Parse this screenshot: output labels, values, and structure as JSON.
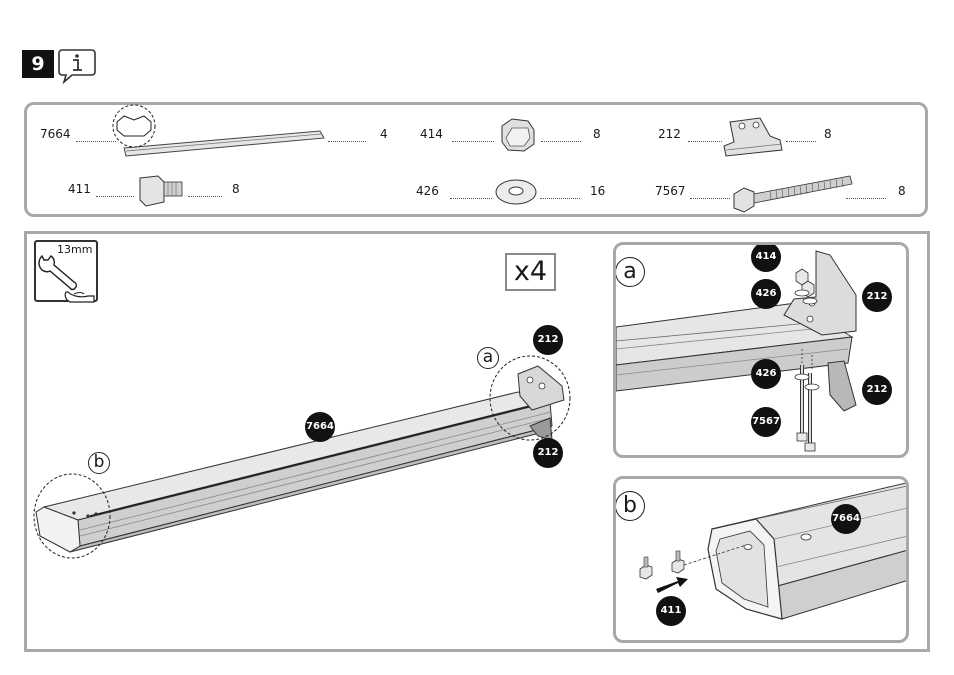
{
  "step": {
    "number": "9"
  },
  "parts": [
    {
      "id": "7664",
      "qty": "4"
    },
    {
      "id": "414",
      "qty": "8"
    },
    {
      "id": "212",
      "qty": "8"
    },
    {
      "id": "411",
      "qty": "8"
    },
    {
      "id": "426",
      "qty": "16"
    },
    {
      "id": "7567",
      "qty": "8"
    }
  ],
  "tool": {
    "label": "13mm",
    "icon": "wrench-icon"
  },
  "multiplier": "x4",
  "main": {
    "callout_a": "a",
    "callout_b": "b",
    "badges": [
      "212",
      "7664",
      "212"
    ]
  },
  "detail_a": {
    "label": "a",
    "badges": [
      "414",
      "426",
      "212",
      "426",
      "212",
      "7567"
    ]
  },
  "detail_b": {
    "label": "b",
    "badges": [
      "7664",
      "411"
    ]
  },
  "colors": {
    "badge": "#111111",
    "panel_border": "#a8a8a8",
    "metal": "#d8d8d8"
  }
}
